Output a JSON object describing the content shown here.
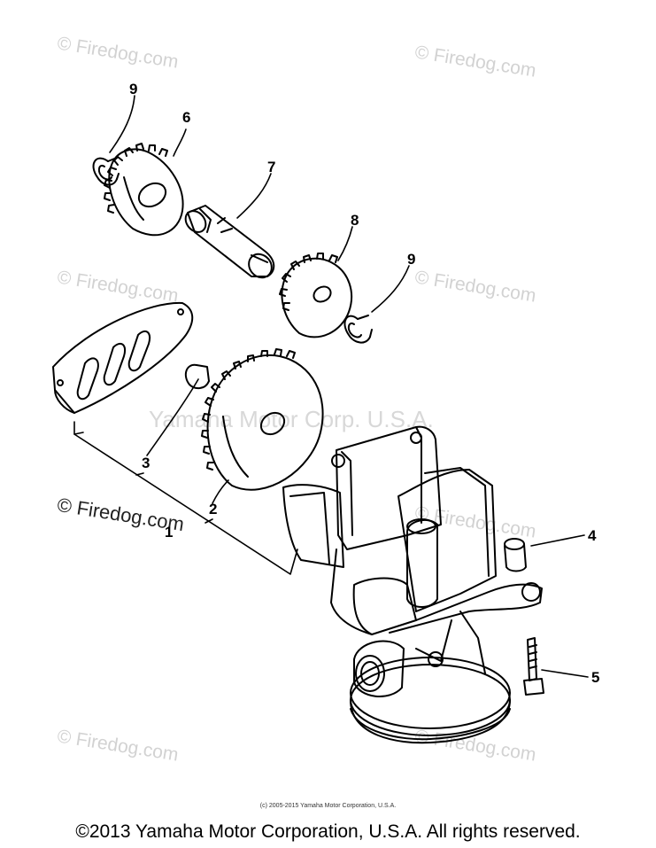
{
  "watermarks": {
    "site": "© Firedog.com",
    "center": "Yamaha Motor Corp. U.S.A."
  },
  "callouts": {
    "c1": "1",
    "c2": "2",
    "c3": "3",
    "c4": "4",
    "c5": "5",
    "c6": "6",
    "c7": "7",
    "c8": "8",
    "c9a": "9",
    "c9b": "9"
  },
  "footer": {
    "small_notice": "(c) 2005-2015 Yamaha Motor Corporation, U.S.A.",
    "copyright": "©2013 Yamaha Motor Corporation, U.S.A. All rights reserved."
  },
  "colors": {
    "ink": "#000000",
    "watermark": "#d2d2d2"
  }
}
